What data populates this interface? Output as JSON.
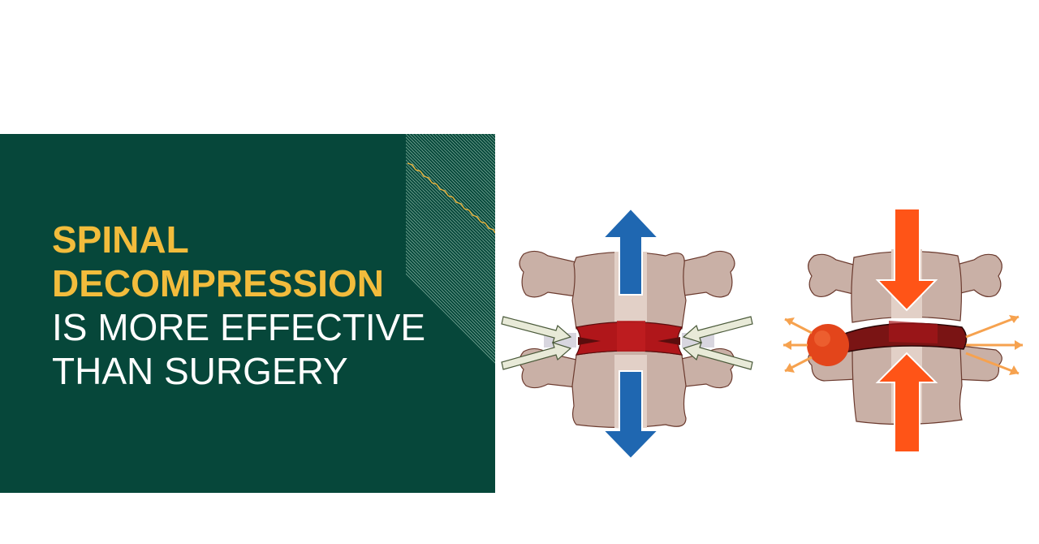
{
  "headline": {
    "line1": "SPINAL",
    "line2": "DECOMPRESSION",
    "line3": "IS MORE EFFECTIVE",
    "line4": "THAN SURGERY"
  },
  "colors": {
    "panel_bg": "#06473a",
    "accent_text": "#f2bc3c",
    "plain_text": "#ffffff",
    "decompression_arrow": "#1f67b1",
    "compression_arrow": "#ff5417",
    "disc": "#b0161a",
    "bone": "#cbb2a8"
  },
  "illustrations": {
    "left": "spinal-decompression-diagram",
    "right": "spinal-compression-herniation-diagram"
  }
}
